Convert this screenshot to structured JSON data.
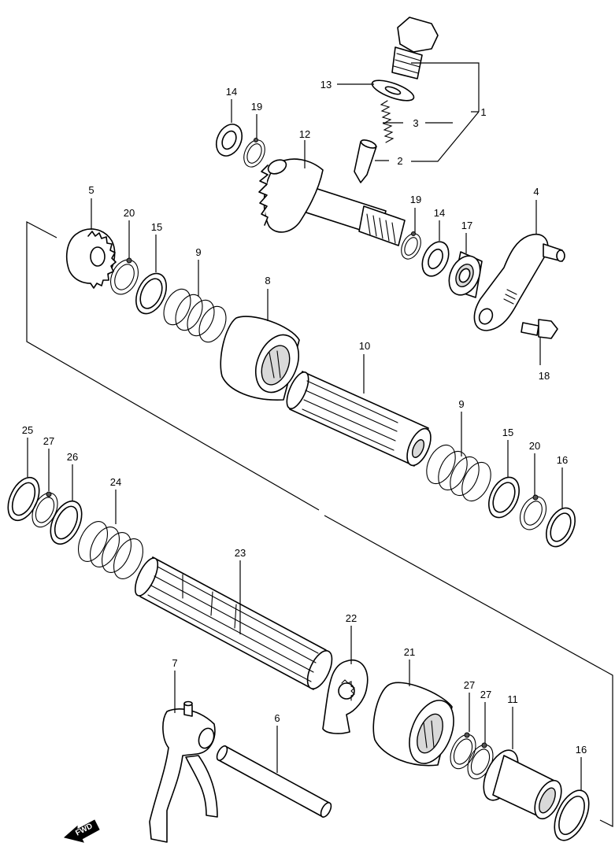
{
  "diagram": {
    "callouts": {
      "c1": "1",
      "c2": "2",
      "c3": "3",
      "c4": "4",
      "c5": "5",
      "c6": "6",
      "c7": "7",
      "c8": "8",
      "c9a": "9",
      "c9b": "9",
      "c10": "10",
      "c11": "11",
      "c12": "12",
      "c13": "13",
      "c14a": "14",
      "c14b": "14",
      "c15a": "15",
      "c15b": "15",
      "c16a": "16",
      "c16b": "16",
      "c17": "17",
      "c18": "18",
      "c19a": "19",
      "c19b": "19",
      "c20a": "20",
      "c20b": "20",
      "c21": "21",
      "c22": "22",
      "c23": "23",
      "c24": "24",
      "c25": "25",
      "c26": "26",
      "c27a": "27",
      "c27b": "27",
      "c27c": "27"
    },
    "fwd_label": "FWD"
  }
}
